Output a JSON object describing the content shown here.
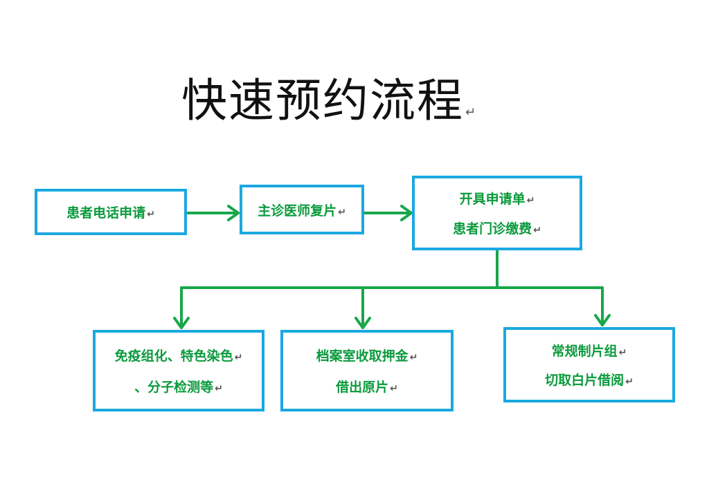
{
  "title": "快速预约流程",
  "paragraph_mark": "↵",
  "colors": {
    "box_border": "#1aa8e0",
    "text": "#0a9a3c",
    "arrow": "#17a64a",
    "title": "#111111"
  },
  "nodes": {
    "apply": {
      "lines": [
        "患者电话申请"
      ]
    },
    "review": {
      "lines": [
        "主诊医师复片"
      ]
    },
    "order": {
      "lines": [
        "开具申请单",
        "患者门诊缴费"
      ]
    },
    "special": {
      "lines": [
        "免疫组化、特色染色",
        "、分子检测等"
      ]
    },
    "archive": {
      "lines": [
        "档案室收取押金",
        "借出原片"
      ]
    },
    "routine": {
      "lines": [
        "常规制片组",
        "切取白片借阅"
      ]
    }
  }
}
